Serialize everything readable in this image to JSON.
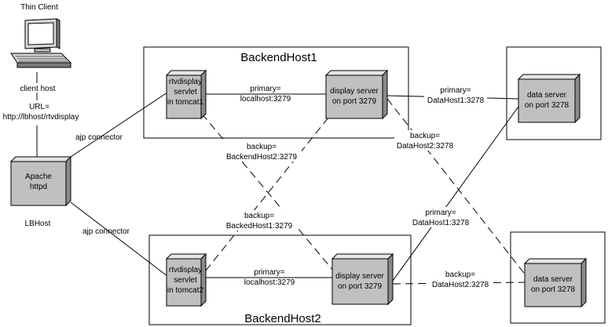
{
  "client": {
    "title": "Thin Client",
    "host_label": "client host",
    "url_label": "URL=",
    "url_value": "http://lbhost/rtvdisplay"
  },
  "lb": {
    "box_line1": "Apache",
    "box_line2": "httpd",
    "host_label": "LBHost",
    "ajp1": "ajp connector",
    "ajp2": "ajp connector"
  },
  "backend1": {
    "title": "BackendHost1",
    "servlet": [
      "rtvdisplay",
      "servlet",
      "in tomcat1"
    ],
    "display": [
      "display server",
      "on port 3279"
    ],
    "link_label": [
      "primary=",
      "localhost:3279"
    ]
  },
  "backend2": {
    "title": "BackendHost2",
    "servlet": [
      "rtvdisplay",
      "servlet",
      "in tomcat2"
    ],
    "display": [
      "display server",
      "on port 3279"
    ],
    "link_label": [
      "primary=",
      "localhost:3279"
    ]
  },
  "datahost1": {
    "server": [
      "data server",
      "on port 3278"
    ]
  },
  "datahost2": {
    "server": [
      "data server",
      "on port 3278"
    ]
  },
  "connections": {
    "backup_b2": [
      "backup=",
      "BackendHost2:3279"
    ],
    "backup_b1": [
      "backup=",
      "BackedHost1:3279"
    ],
    "primary_d1_top": [
      "primary=",
      "DataHost1:3278"
    ],
    "backup_d2_top": [
      "backup=",
      "DataHost2:3278"
    ],
    "primary_d1_bottom": [
      "primary=",
      "DataHost1:3278"
    ],
    "backup_d2_bottom": [
      "backup=",
      "DataHost2:3278"
    ]
  }
}
